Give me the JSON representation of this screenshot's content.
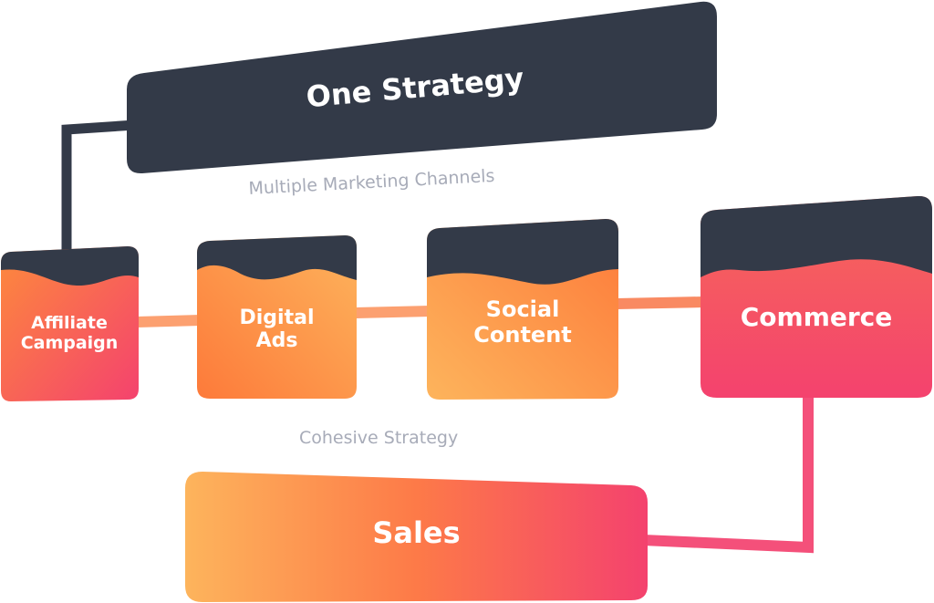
{
  "diagram": {
    "top": {
      "label": "One Strategy"
    },
    "channels_caption": "Multiple Marketing Channels",
    "channels": [
      {
        "label": "Affiliate\nCampaign"
      },
      {
        "label": "Digital\nAds"
      },
      {
        "label": "Social\nContent"
      },
      {
        "label": "Commerce"
      }
    ],
    "bottom_caption": "Cohesive Strategy",
    "result": {
      "label": "Sales"
    }
  },
  "colors": {
    "dark": "#333a48",
    "orange_light": "#fdb45c",
    "orange": "#fd8a3c",
    "pink": "#f4426e",
    "connector_orange": "#fca070",
    "connector_pink": "#f4507a",
    "caption_gray": "#a7abb8"
  }
}
